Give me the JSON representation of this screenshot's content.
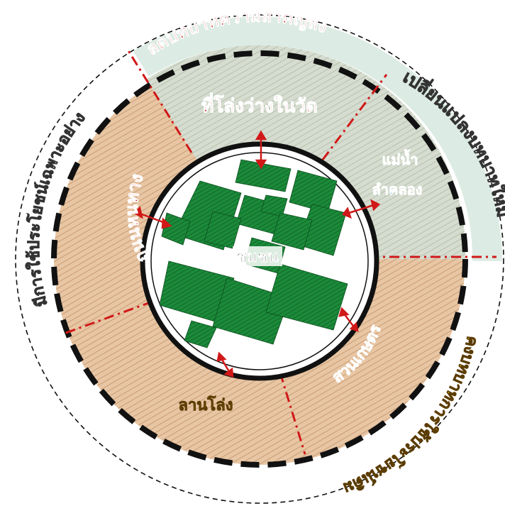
{
  "diagram": {
    "center_label": "ชุมชน",
    "inner_ring_labels": {
      "temple": "ที่โล่งว่างในวัด",
      "river": "แม่น้ำ",
      "canal": "ลำคลอง",
      "road": "ถนนหนทาง",
      "yard": "ลานโล่ง",
      "orchard": "สวนเกษตร"
    },
    "outer_ring_labels": {
      "reduced_role": "ลดบทบาทความสำคัญลง",
      "changed_role": "เปลี่ยนแปลงบทบาทใหม่",
      "specific_use": "มีการใช้ประโยชน์เฉพาะอย่าง",
      "maintain_role": "คงบทบาทการใช้ประโยชน์เดิม"
    }
  },
  "colors": {
    "community_green": "#1a8a3a",
    "red_label": "#d21a1a",
    "blue_label": "#4aa3e0",
    "yellow_label": "#f2b705",
    "tan_sector": "#e7c3a0",
    "sage_sector": "#d3dccf",
    "outer_green": "#dcebe3",
    "dashed_ring": "#111111",
    "divider_red": "#d11818"
  }
}
